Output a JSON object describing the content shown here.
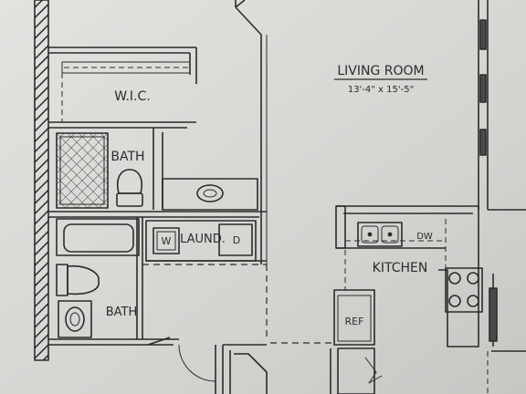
{
  "rooms": {
    "living_room": {
      "label": "LIVING ROOM",
      "dimensions": "13'-4\" x 15'-5\""
    },
    "wic": {
      "label": "W.I.C."
    },
    "bath_master": {
      "label": "BATH"
    },
    "laundry": {
      "label": "LAUND.",
      "washer_mark": "W",
      "dryer_mark": "D"
    },
    "bath_second": {
      "label": "BATH"
    },
    "kitchen": {
      "label": "KITCHEN",
      "dishwasher": "DW",
      "refrigerator": "REF"
    }
  }
}
